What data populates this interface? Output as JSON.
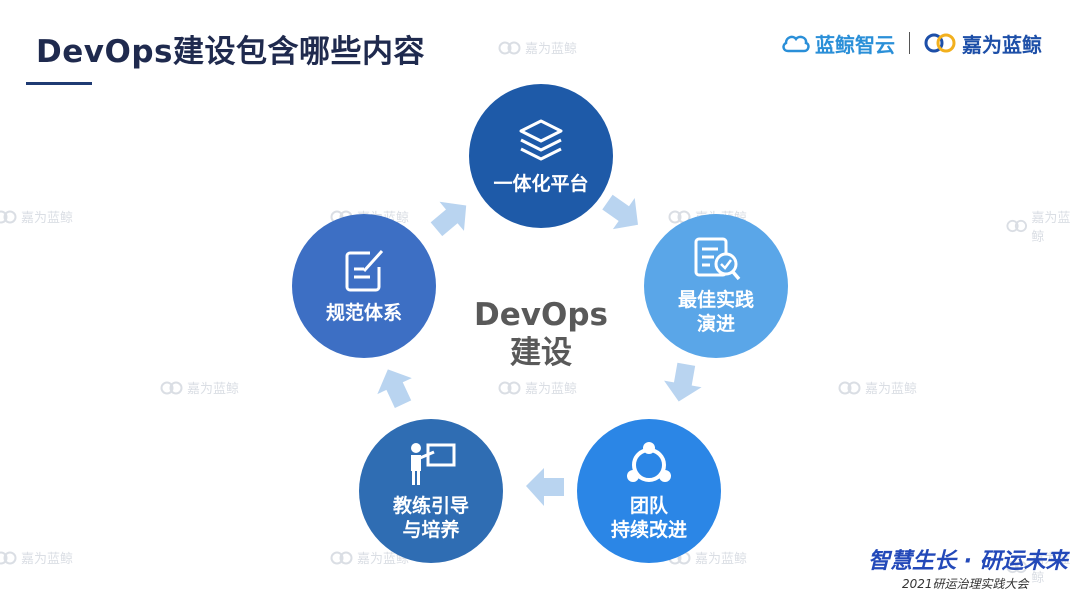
{
  "slide": {
    "title": "DevOps建设包含哪些内容",
    "center_line1": "DevOps",
    "center_line2": "建设"
  },
  "logos": {
    "left": "蓝鲸智云",
    "right": "嘉为蓝鲸"
  },
  "watermark_text": "嘉为蓝鲸",
  "nodes": [
    {
      "line1": "一体化平台",
      "line2": "",
      "color": "#1e5aa8",
      "icon": "stacked-layers-icon"
    },
    {
      "line1": "最佳实践",
      "line2": "演进",
      "color": "#5aa6e8",
      "icon": "checklist-search-icon"
    },
    {
      "line1": "团队",
      "line2": "持续改进",
      "color": "#2b86e6",
      "icon": "team-cycle-icon"
    },
    {
      "line1": "教练引导",
      "line2": "与培养",
      "color": "#2f6db3",
      "icon": "coach-board-icon"
    },
    {
      "line1": "规范体系",
      "line2": "",
      "color": "#3d6fc4",
      "icon": "edit-document-icon"
    }
  ],
  "footer": {
    "slogan": "智慧生长 · 研运未来",
    "conference": "2021研运治理实践大会"
  },
  "colors": {
    "title": "#1f2a4e",
    "arrow": "#b9d4f0",
    "slogan": "#2349b9"
  }
}
